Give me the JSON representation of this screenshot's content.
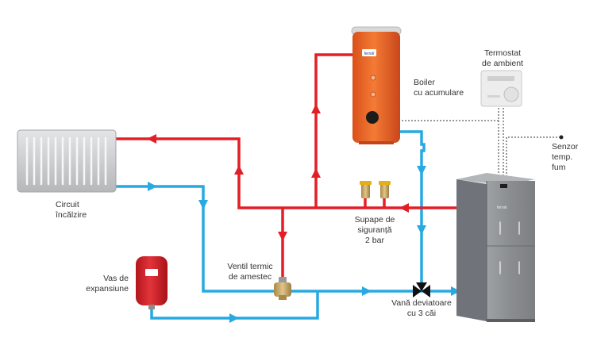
{
  "labels": {
    "boiler_line1": "Boiler",
    "boiler_line2": "cu acumulare",
    "thermostat_line1": "Termostat",
    "thermostat_line2": "de ambient",
    "sensor_line1": "Senzor",
    "sensor_line2": "temp.",
    "sensor_line3": "fum",
    "circuit_line1": "Circuit",
    "circuit_line2": "încălzire",
    "valves_line1": "Supape de",
    "valves_line2": "siguranță",
    "valves_line3": "2 bar",
    "mixing_line1": "Ventil termic",
    "mixing_line2": "de amestec",
    "expansion_line1": "Vas de",
    "expansion_line2": "expansiune",
    "diverter_line1": "Vană deviatoare",
    "diverter_line2": "cu 3 căi"
  },
  "brand": {
    "tank_logo": "ferroli",
    "stove_logo": "ferroli"
  },
  "colors": {
    "hot_pipe": "#e31e26",
    "cold_pipe": "#27a9e1",
    "tank_orange": "#f26522",
    "stove_grey": "#8a8d90",
    "radiator_grey": "#c9cbcd",
    "expansion_red": "#d9222a",
    "control_dash": "#333333"
  },
  "icons": {
    "flow_arrow": "arrow-icon",
    "safety_valve": "safety-valve-icon",
    "three_way_valve": "three-way-valve-icon",
    "mixing_valve": "mixing-valve-icon"
  }
}
